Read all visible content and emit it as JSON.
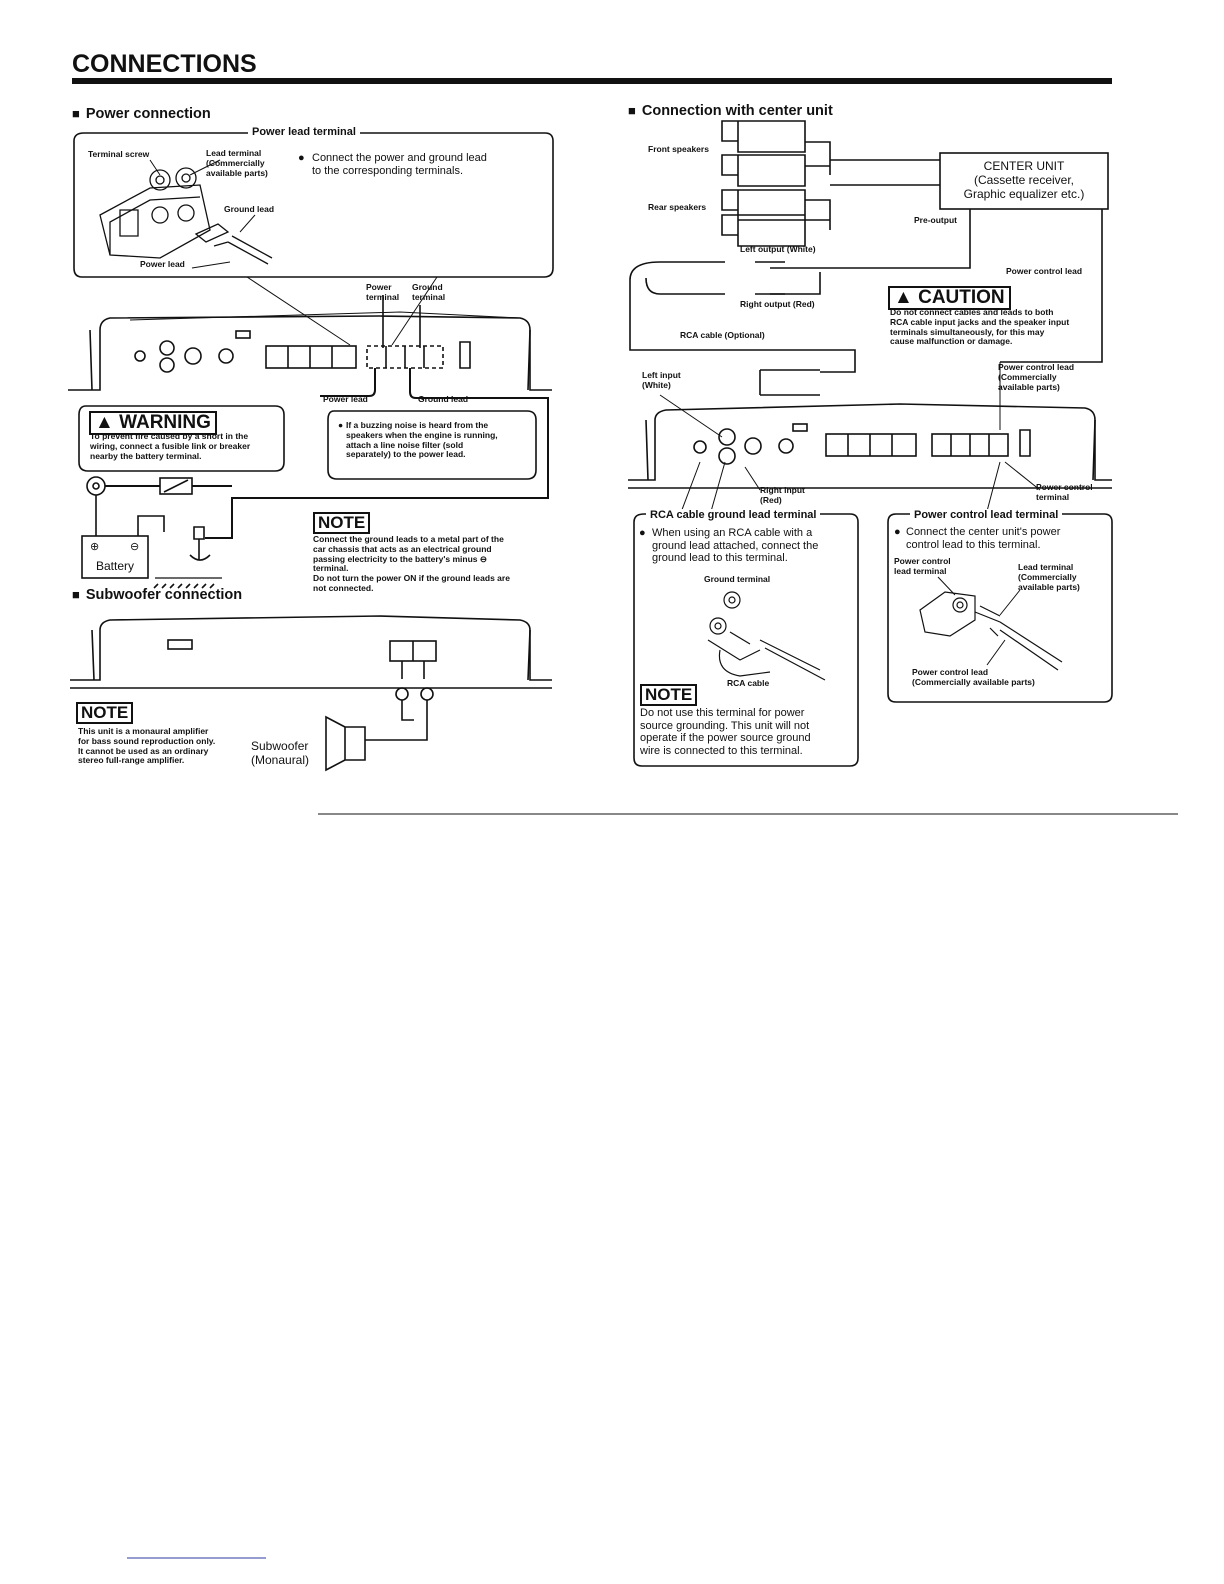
{
  "page_title": "CONNECTIONS",
  "power_connection": {
    "heading": "Power connection",
    "box_title": "Power lead terminal",
    "terminal_screw": "Terminal screw",
    "lead_terminal": "Lead terminal\n(Commercially\navailable parts)",
    "ground_lead": "Ground lead",
    "power_lead": "Power lead",
    "instruction": "Connect the power and ground lead\nto the corresponding terminals.",
    "power_terminal": "Power\nterminal",
    "ground_terminal": "Ground\nterminal",
    "power_lead_label": "Power lead",
    "ground_lead_label": "Ground lead",
    "warning_label": "WARNING",
    "warning_text": "To prevent fire caused by a short in the\nwiring, connect a fusible link or breaker\nnearby the battery terminal.",
    "noise_text": "If a buzzing noise is heard from the\nspeakers when the engine is running,\nattach a line noise filter (sold\nseparately) to the power lead.",
    "battery": "Battery",
    "note_label": "NOTE",
    "note_text": "Connect the ground leads to a metal part of the\ncar chassis that acts as an electrical ground\npassing electricity to the battery's minus ⊖\nterminal.\nDo not turn the power ON if the ground leads are\nnot connected."
  },
  "subwoofer_connection": {
    "heading": "Subwoofer connection",
    "note_label": "NOTE",
    "note_text": "This unit is a monaural amplifier\nfor bass sound reproduction only.\nIt cannot be used as an ordinary\nstereo full-range amplifier.",
    "subwoofer": "Subwoofer\n(Monaural)"
  },
  "center_unit_connection": {
    "heading": "Connection with center unit",
    "front_speakers": "Front speakers",
    "rear_speakers": "Rear speakers",
    "center_unit": "CENTER UNIT\n(Cassette receiver,\nGraphic equalizer etc.)",
    "pre_output": "Pre-output",
    "left_output": "Left output (White)",
    "right_output": "Right output (Red)",
    "power_control_lead": "Power control lead",
    "rca_cable": "RCA cable (Optional)",
    "caution_label": "CAUTION",
    "caution_text": "Do not connect cables and leads to both\nRCA cable input jacks and the speaker input\nterminals simultaneously, for this may\ncause malfunction or damage.",
    "left_input": "Left input\n(White)",
    "power_control_lead_cap": "Power control lead\n(Commercially\navailable parts)",
    "right_input": "Right input\n(Red)",
    "power_control_terminal": "Power control\nterminal"
  },
  "rca_ground": {
    "title": "RCA cable ground lead terminal",
    "text": "When using an RCA cable with a\nground lead attached, connect the\nground lead to this terminal.",
    "ground_terminal": "Ground terminal",
    "rca_cable": "RCA cable",
    "note_label": "NOTE",
    "note_text": "Do not use this terminal for power\nsource grounding. This unit will not\noperate if the power source ground\nwire is connected to this terminal."
  },
  "power_control_terminal_box": {
    "title": "Power control lead terminal",
    "text": "Connect the center unit's power\ncontrol lead to this terminal.",
    "pcl_terminal": "Power control\nlead terminal",
    "lead_terminal": "Lead terminal\n(Commercially\navailable parts)",
    "pcl": "Power control lead\n(Commercially available parts)"
  }
}
